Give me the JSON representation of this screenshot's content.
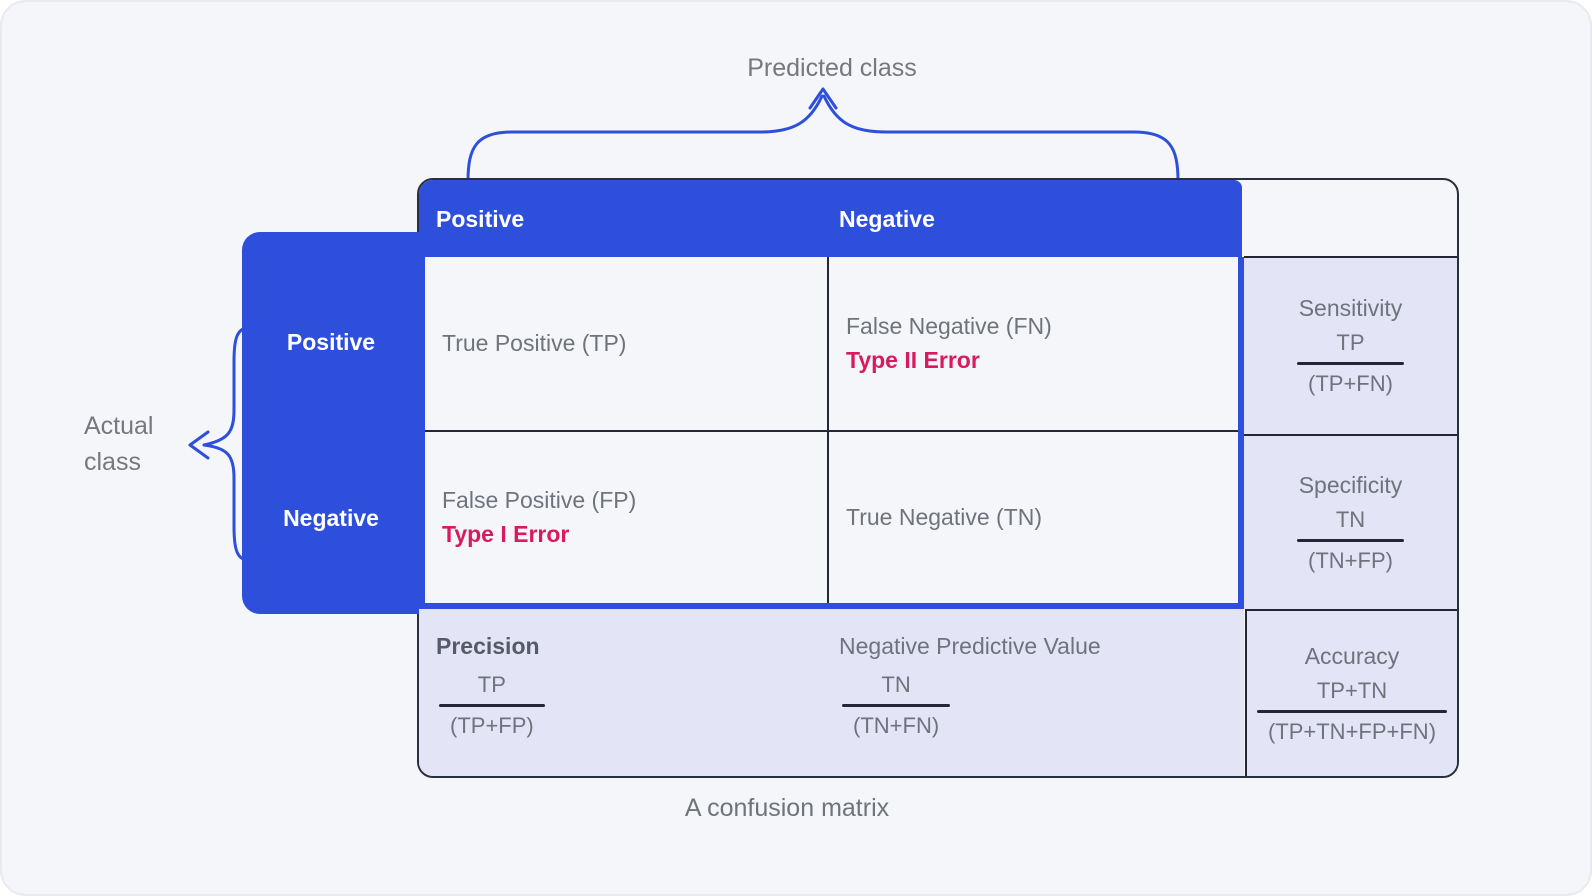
{
  "diagram": {
    "predicted_class_label": "Predicted class",
    "actual_class_label_line1": "Actual",
    "actual_class_label_line2": "class",
    "caption": "A confusion matrix"
  },
  "matrix": {
    "predicted_headers": [
      "Positive",
      "Negative"
    ],
    "actual_headers": [
      "Positive",
      "Negative"
    ],
    "cells": {
      "tp": {
        "label": "True Positive (TP)"
      },
      "fn": {
        "label": "False Negative (FN)",
        "error": "Type II Error"
      },
      "fp": {
        "label": "False Positive (FP)",
        "error": "Type I Error"
      },
      "tn": {
        "label": "True Negative (TN)"
      }
    }
  },
  "metrics": {
    "sensitivity": {
      "label": "Sensitivity",
      "numerator": "TP",
      "denominator": "(TP+FN)"
    },
    "specificity": {
      "label": "Specificity",
      "numerator": "TN",
      "denominator": "(TN+FP)"
    },
    "precision": {
      "label": "Precision",
      "numerator": "TP",
      "denominator": "(TP+FP)"
    },
    "negative_predictive_value": {
      "label": "Negative Predictive Value",
      "numerator": "TN",
      "denominator": "(TN+FN)"
    },
    "accuracy": {
      "label": "Accuracy",
      "numerator": "TP+TN",
      "denominator": "(TP+TN+FP+FN)"
    }
  },
  "colors": {
    "accent_blue": "#2E4FDB",
    "error_crimson": "#D81B60",
    "metric_cell_lavender": "#E3E5F6",
    "cell_background": "#F5F6FA",
    "page_background": "#F4F6F9",
    "text_gray": "#6F737B",
    "line_dark": "#232838"
  }
}
